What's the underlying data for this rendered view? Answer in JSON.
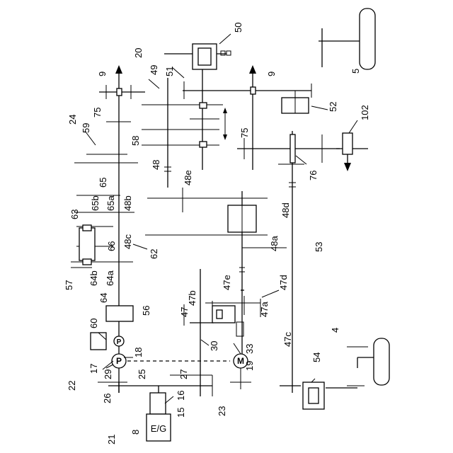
{
  "labels": {
    "l_50": "50",
    "l_5": "5",
    "l_20": "20",
    "l_49": "49",
    "l_51": "51",
    "l_9a": "9",
    "l_9b": "9",
    "l_24": "24",
    "l_59": "59",
    "l_75a": "75",
    "l_75b": "75",
    "l_58": "58",
    "l_52": "52",
    "l_102": "102",
    "l_76": "76",
    "l_48": "48",
    "l_48e": "48e",
    "l_65": "65",
    "l_65b": "65b",
    "l_65a": "65a",
    "l_48b": "48b",
    "l_63": "63",
    "l_48d": "48d",
    "l_66": "66",
    "l_48c": "48c",
    "l_62": "62",
    "l_48a": "48a",
    "l_53": "53",
    "l_57": "57",
    "l_64b": "64b",
    "l_64a": "64a",
    "l_64": "64",
    "l_47e": "47e",
    "l_47d": "47d",
    "l_47b": "47b",
    "l_56": "56",
    "l_47": "47",
    "l_47a": "47a",
    "l_60": "60",
    "l_47c": "47c",
    "l_4": "4",
    "l_30": "30",
    "l_18": "18",
    "l_33": "33",
    "l_17": "17",
    "l_29": "29",
    "l_25": "25",
    "l_27": "27",
    "l_19": "19",
    "l_54": "54",
    "l_22": "22",
    "l_26": "26",
    "l_16": "16",
    "l_15": "15",
    "l_23": "23",
    "l_8": "8",
    "l_21": "21"
  },
  "symbols": {
    "pump_main": "P",
    "pump_aux": "P",
    "motor": "M",
    "engine": "E/G"
  },
  "icons": {
    "wheel_front": "wheel-icon",
    "wheel_rear": "wheel-icon",
    "arrow": "arrow-icon"
  }
}
